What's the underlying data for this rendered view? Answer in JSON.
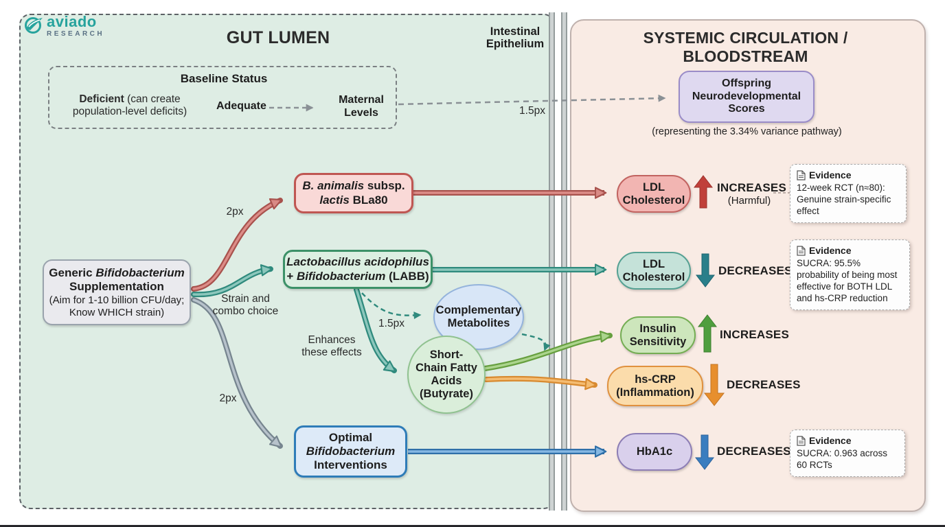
{
  "logo": {
    "name": "aviado",
    "subtitle": "RESEARCH"
  },
  "gut_panel": {
    "title": "GUT LUMEN"
  },
  "barrier": {
    "label": "Intestinal Epithelium"
  },
  "systemic_panel": {
    "title": "SYSTEMIC CIRCULATION / BLOODSTREAM"
  },
  "baseline": {
    "title": "Baseline Status",
    "deficient_term": "Deficient",
    "deficient_note": " (can create population-level deficits)",
    "adequate": "Adequate",
    "maternal": "Maternal Levels",
    "arrow_weight": "1.5px"
  },
  "offspring": {
    "label": "Offspring Neurodevelopmental Scores",
    "caption": "(representing the 3.34% variance pathway)"
  },
  "generic": {
    "pre": "Generic ",
    "italic": "Bifidobacterium",
    "line2": "Supplementation",
    "note": "(Aim for 1-10 billion CFU/day; Know WHICH strain)"
  },
  "edges": {
    "bla80_weight": "2px",
    "strain_choice": "Strain and combo choice",
    "optimal_weight": "2px",
    "metabolite_weight": "1.5px",
    "enhances": "Enhances these effects"
  },
  "strains": {
    "bla80": {
      "it1": "B. animalis",
      "r1": " subsp.",
      "it2": "lactis",
      "r2": " BLa80"
    },
    "labb": {
      "it1": "Lactobacillus acidophilus",
      "plus": "+ ",
      "it2": "Bifidobacterium",
      "r2": " (LABB)"
    },
    "optimal": {
      "l1": "Optimal",
      "it": "Bifidobacterium",
      "l2": "Interventions"
    }
  },
  "mediators": {
    "metabolites": "Complementary Metabolites",
    "scfa": "Short-Chain Fatty Acids (Butyrate)"
  },
  "outcomes": [
    {
      "label": "LDL Cholesterol",
      "direction": "INCREASES",
      "sub": "(Harmful)",
      "arrow": "up",
      "arrow_color": "#c0403a",
      "pill_fill": "#f2b5b2",
      "pill_border": "#c26360"
    },
    {
      "label": "LDL Cholesterol",
      "direction": "DECREASES",
      "arrow": "down",
      "arrow_color": "#2a7f8a",
      "pill_fill": "#c5e2d9",
      "pill_border": "#55a193"
    },
    {
      "label": "Insulin Sensitivity",
      "direction": "INCREASES",
      "arrow": "up",
      "arrow_color": "#4f9e3e",
      "pill_fill": "#cde6bc",
      "pill_border": "#74ad53"
    },
    {
      "label": "hs-CRP (Inflammation)",
      "direction": "DECREASES",
      "arrow": "down",
      "arrow_color": "#e78f2e",
      "pill_fill": "#fbdcab",
      "pill_border": "#e0913f"
    },
    {
      "label": "HbA1c",
      "direction": "DECREASES",
      "arrow": "down",
      "arrow_color": "#3a7dbf",
      "pill_fill": "#d9d0ec",
      "pill_border": "#8d7eb5"
    }
  ],
  "evidence": [
    {
      "title": "Evidence",
      "body": "12-week RCT (n≈80): Genuine strain-specific effect"
    },
    {
      "title": "Evidence",
      "body": "SUCRA: 95.5% probability of being most effective for BOTH LDL and hs-CRP reduction"
    },
    {
      "title": "Evidence",
      "body": "SUCRA: 0.963 across 60 RCTs"
    }
  ],
  "colors": {
    "gut_panel_bg": "#deede4",
    "systemic_panel_bg": "#f9ebe4",
    "harmful_red": "#c0403a",
    "teal": "#2f8a7d",
    "green": "#4f9e3e",
    "orange": "#e78f2e",
    "blue": "#3a7dbf",
    "purple": "#8d7eb5",
    "slate_gray": "#76858f",
    "logo_teal": "#27a39d"
  }
}
